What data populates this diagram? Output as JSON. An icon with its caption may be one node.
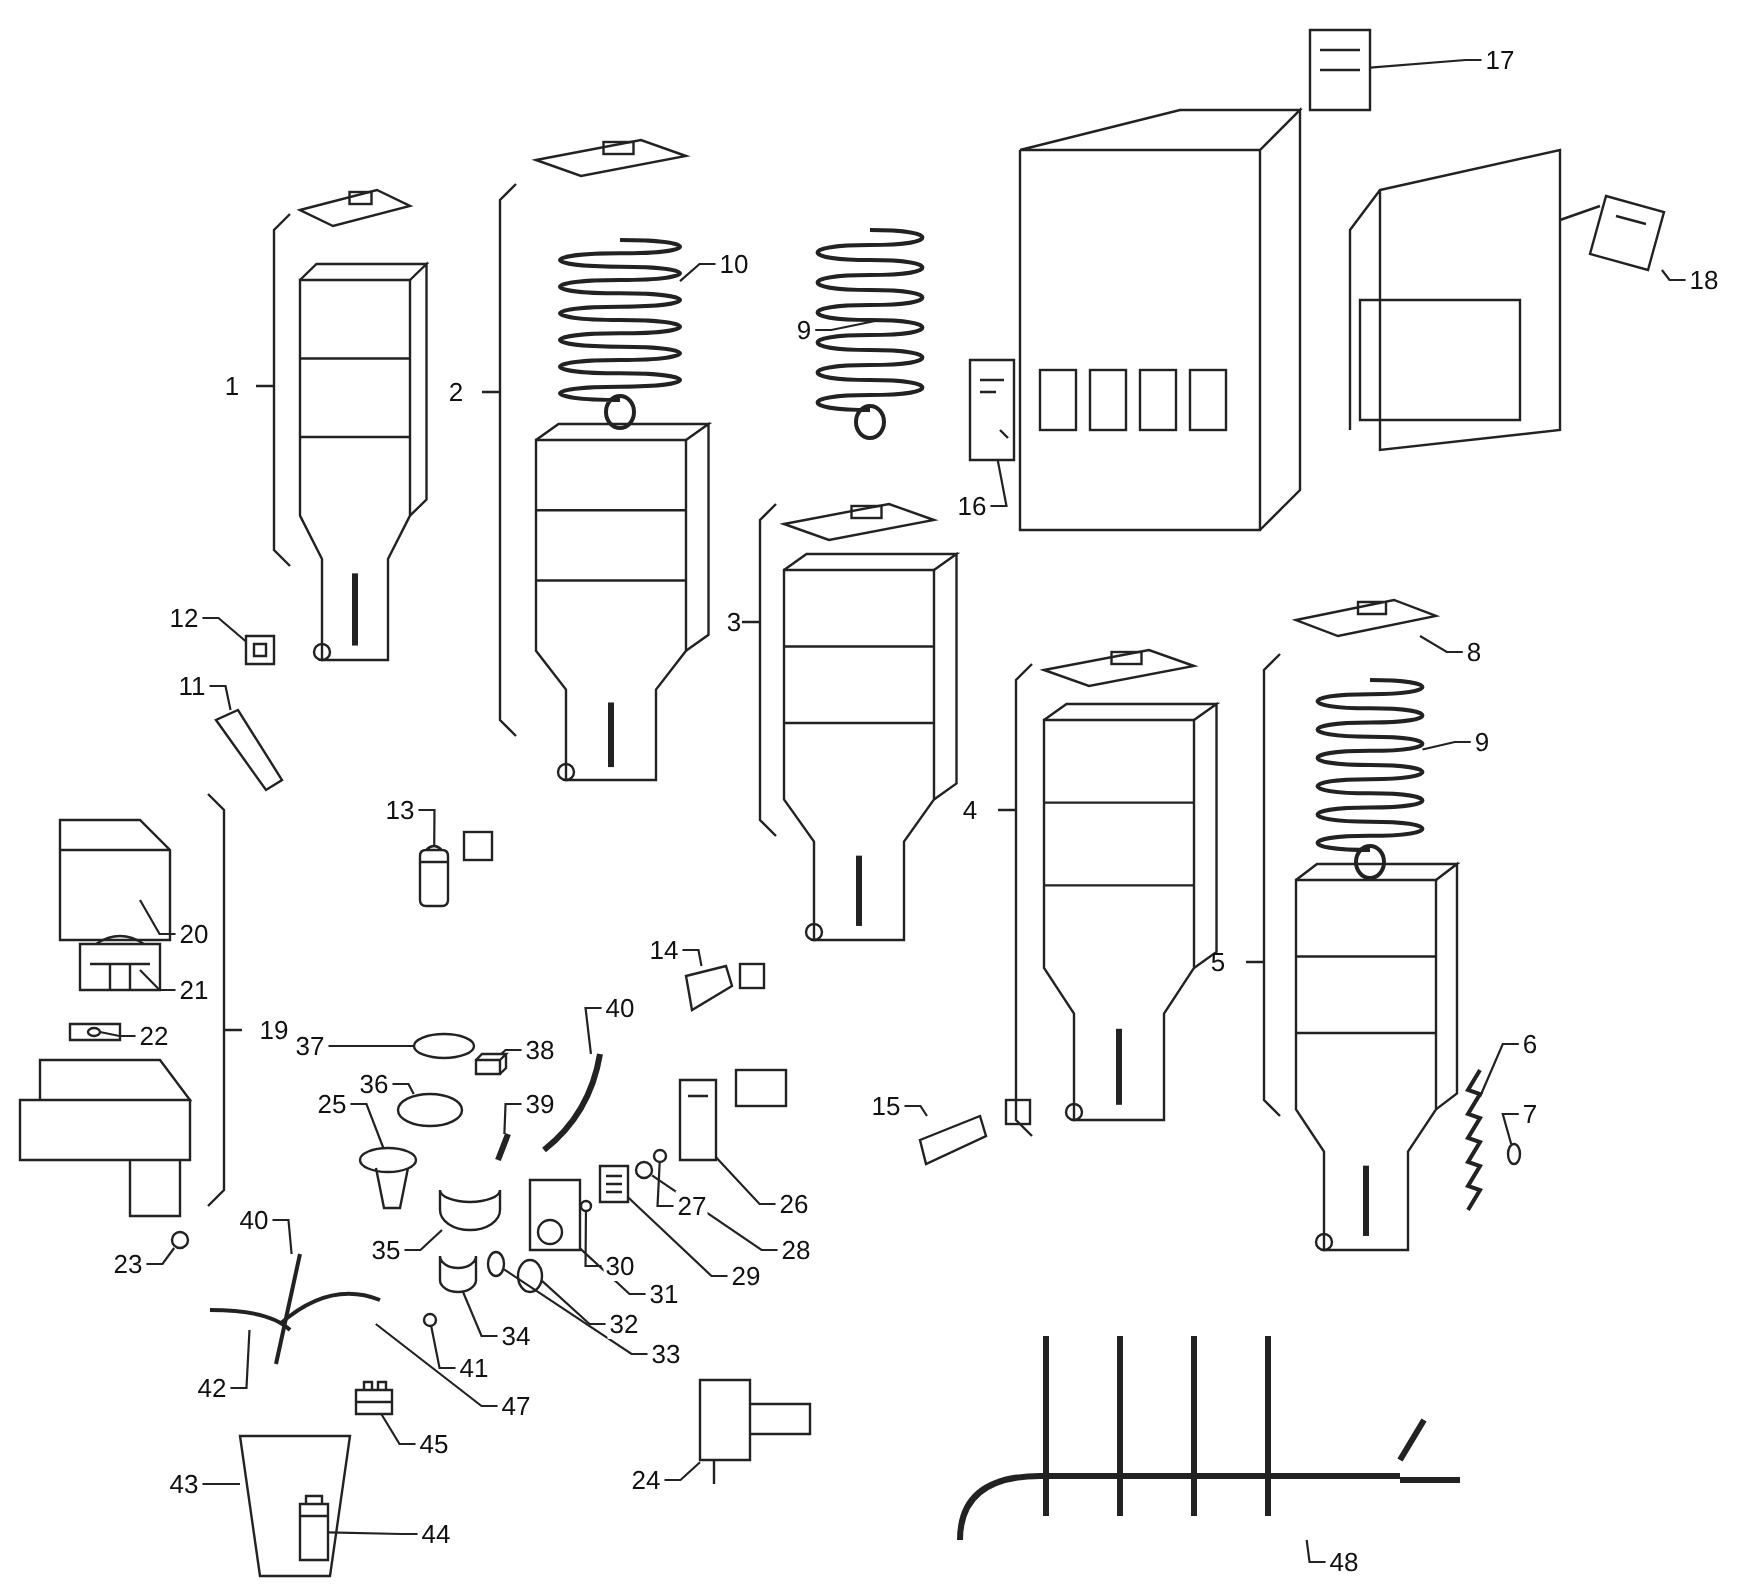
{
  "diagram": {
    "nodes": [
      {
        "text": [
          "17"
        ]
      },
      {
        "text": [
          "10"
        ]
      },
      {
        "text": [
          "18"
        ]
      },
      {
        "text": [
          "9"
        ]
      },
      {
        "text": [
          "16"
        ]
      },
      {
        "text": [
          "12"
        ]
      },
      {
        "text": [
          "8"
        ]
      },
      {
        "text": [
          "11"
        ]
      },
      {
        "text": [
          "9"
        ]
      },
      {
        "text": [
          "13"
        ]
      },
      {
        "text": [
          "20"
        ]
      },
      {
        "text": [
          "14"
        ]
      },
      {
        "text": [
          "21"
        ]
      },
      {
        "text": [
          "40"
        ]
      },
      {
        "text": [
          "22"
        ]
      },
      {
        "text": [
          "6"
        ]
      },
      {
        "text": [
          "37"
        ]
      },
      {
        "text": [
          "38"
        ]
      },
      {
        "text": [
          "36"
        ]
      },
      {
        "text": [
          "25"
        ]
      },
      {
        "text": [
          "39"
        ]
      },
      {
        "text": [
          "15"
        ]
      },
      {
        "text": [
          "7"
        ]
      },
      {
        "text": [
          "26"
        ]
      },
      {
        "text": [
          "40"
        ]
      },
      {
        "text": [
          "27"
        ]
      },
      {
        "text": [
          "35"
        ]
      },
      {
        "text": [
          "28"
        ]
      },
      {
        "text": [
          "23"
        ]
      },
      {
        "text": [
          "30"
        ]
      },
      {
        "text": [
          "29"
        ]
      },
      {
        "text": [
          "31"
        ]
      },
      {
        "text": [
          "32"
        ]
      },
      {
        "text": [
          "34"
        ]
      },
      {
        "text": [
          "33"
        ]
      },
      {
        "text": [
          "41"
        ]
      },
      {
        "text": [
          "42"
        ]
      },
      {
        "text": [
          "47"
        ]
      },
      {
        "text": [
          "45"
        ]
      },
      {
        "text": [
          "24"
        ]
      },
      {
        "text": [
          "43"
        ]
      },
      {
        "text": [
          "48"
        ]
      },
      {
        "text": [
          "44"
        ]
      },
      {
        "text": [],
        "shape": "picture"
      },
      {
        "text": [],
        "shape": "picture"
      },
      {
        "text": [],
        "shape": "picture"
      },
      {
        "text": [],
        "shape": "picture"
      },
      {
        "text": [],
        "shape": "picture"
      },
      {
        "text": [],
        "shape": "picture"
      },
      {
        "text": [],
        "shape": "picture"
      },
      {
        "text": [],
        "shape": "picture"
      },
      {
        "text": [],
        "shape": "picture"
      },
      {
        "text": [],
        "shape": "picture"
      },
      {
        "text": [],
        "shape": "picture"
      },
      {
        "text": [],
        "shape": "picture"
      },
      {
        "text": [],
        "shape": "picture"
      },
      {
        "text": [],
        "shape": "picture"
      },
      {
        "text": [],
        "shape": "picture"
      },
      {
        "text": [],
        "shape": "picture"
      },
      {
        "text": [],
        "shape": "picture"
      },
      {
        "text": [],
        "shape": "picture"
      },
      {
        "text": [],
        "shape": "picture"
      },
      {
        "text": [],
        "shape": "picture"
      },
      {
        "text": [],
        "shape": "picture"
      },
      {
        "text": [],
        "shape": "picture"
      },
      {
        "text": [],
        "shape": "picture"
      },
      {
        "text": [],
        "shape": "picture"
      },
      {
        "text": [],
        "shape": "picture"
      },
      {
        "text": [],
        "shape": "picture"
      },
      {
        "text": [],
        "shape": "picture"
      },
      {
        "text": [],
        "shape": "picture"
      },
      {
        "text": [],
        "shape": "picture"
      },
      {
        "text": [],
        "shape": "picture"
      },
      {
        "text": [],
        "shape": "picture"
      },
      {
        "text": [],
        "shape": "picture"
      },
      {
        "text": [],
        "shape": "picture"
      },
      {
        "text": [],
        "shape": "picture"
      },
      {
        "text": [],
        "shape": "picture"
      },
      {
        "text": [],
        "shape": "picture"
      },
      {
        "text": [],
        "shape": "picture"
      },
      {
        "text": [],
        "shape": "picture"
      },
      {
        "text": [],
        "shape": "picture"
      },
      {
        "text": [],
        "shape": "picture"
      },
      {
        "text": [],
        "shape": "picture"
      },
      {
        "text": [],
        "shape": "picture"
      },
      {
        "text": [],
        "shape": "picture",
        "in": 83
      }
    ],
    "edges": [
      {
        "from": 0,
        "to": 43,
        "arrow": "none"
      },
      {
        "from": 1,
        "to": 44,
        "arrow": "none"
      },
      {
        "from": 2,
        "to": 45,
        "arrow": "none"
      },
      {
        "from": 3,
        "to": 46,
        "arrow": "none"
      },
      {
        "from": 4,
        "to": 47,
        "arrow": "none"
      },
      {
        "from": 5,
        "to": 48,
        "arrow": "none"
      },
      {
        "from": 6,
        "to": 49,
        "arrow": "none"
      },
      {
        "from": 7,
        "to": 50,
        "arrow": "none"
      },
      {
        "from": 8,
        "to": 51,
        "arrow": "none"
      },
      {
        "from": 9,
        "to": 52,
        "arrow": "none"
      },
      {
        "from": 10,
        "to": 53,
        "arrow": "none"
      },
      {
        "from": 11,
        "to": 54,
        "arrow": "none"
      },
      {
        "from": 12,
        "to": 55,
        "arrow": "none"
      },
      {
        "from": 13,
        "to": 56,
        "arrow": "none"
      },
      {
        "from": 14,
        "to": 57,
        "arrow": "none"
      },
      {
        "from": 15,
        "to": 58,
        "arrow": "none"
      },
      {
        "from": 16,
        "to": 59,
        "arrow": "none"
      },
      {
        "from": 17,
        "to": 60,
        "arrow": "none"
      },
      {
        "from": 18,
        "to": 61,
        "arrow": "none"
      },
      {
        "from": 19,
        "to": 62,
        "arrow": "none"
      },
      {
        "from": 20,
        "to": 63,
        "arrow": "none"
      },
      {
        "from": 21,
        "to": 64,
        "arrow": "none"
      },
      {
        "from": 22,
        "to": 65,
        "arrow": "none"
      },
      {
        "from": 23,
        "to": 66,
        "arrow": "none"
      },
      {
        "from": 24,
        "to": 67,
        "arrow": "none"
      },
      {
        "from": 25,
        "to": 68,
        "arrow": "none"
      },
      {
        "from": 26,
        "to": 69,
        "arrow": "none"
      },
      {
        "from": 27,
        "to": 70,
        "arrow": "none"
      },
      {
        "from": 28,
        "to": 71,
        "arrow": "none"
      },
      {
        "from": 29,
        "to": 72,
        "arrow": "none"
      },
      {
        "from": 30,
        "to": 73,
        "arrow": "none"
      },
      {
        "from": 31,
        "to": 74,
        "arrow": "none"
      },
      {
        "from": 32,
        "to": 75,
        "arrow": "none"
      },
      {
        "from": 33,
        "to": 76,
        "arrow": "none"
      },
      {
        "from": 34,
        "to": 77,
        "arrow": "none"
      },
      {
        "from": 35,
        "to": 78,
        "arrow": "none"
      },
      {
        "from": 36,
        "to": 79,
        "arrow": "none"
      },
      {
        "from": 37,
        "to": 80,
        "arrow": "none"
      },
      {
        "from": 38,
        "to": 81,
        "arrow": "none"
      },
      {
        "from": 39,
        "to": 82,
        "arrow": "none"
      },
      {
        "from": 40,
        "to": 83,
        "arrow": "none"
      },
      {
        "from": 41,
        "to": 84,
        "arrow": "none"
      },
      {
        "from": 42,
        "to": 85,
        "arrow": "none"
      }
    ],
    "labels": [
      "1",
      "2",
      "3",
      "4",
      "5",
      "19"
    ]
  }
}
